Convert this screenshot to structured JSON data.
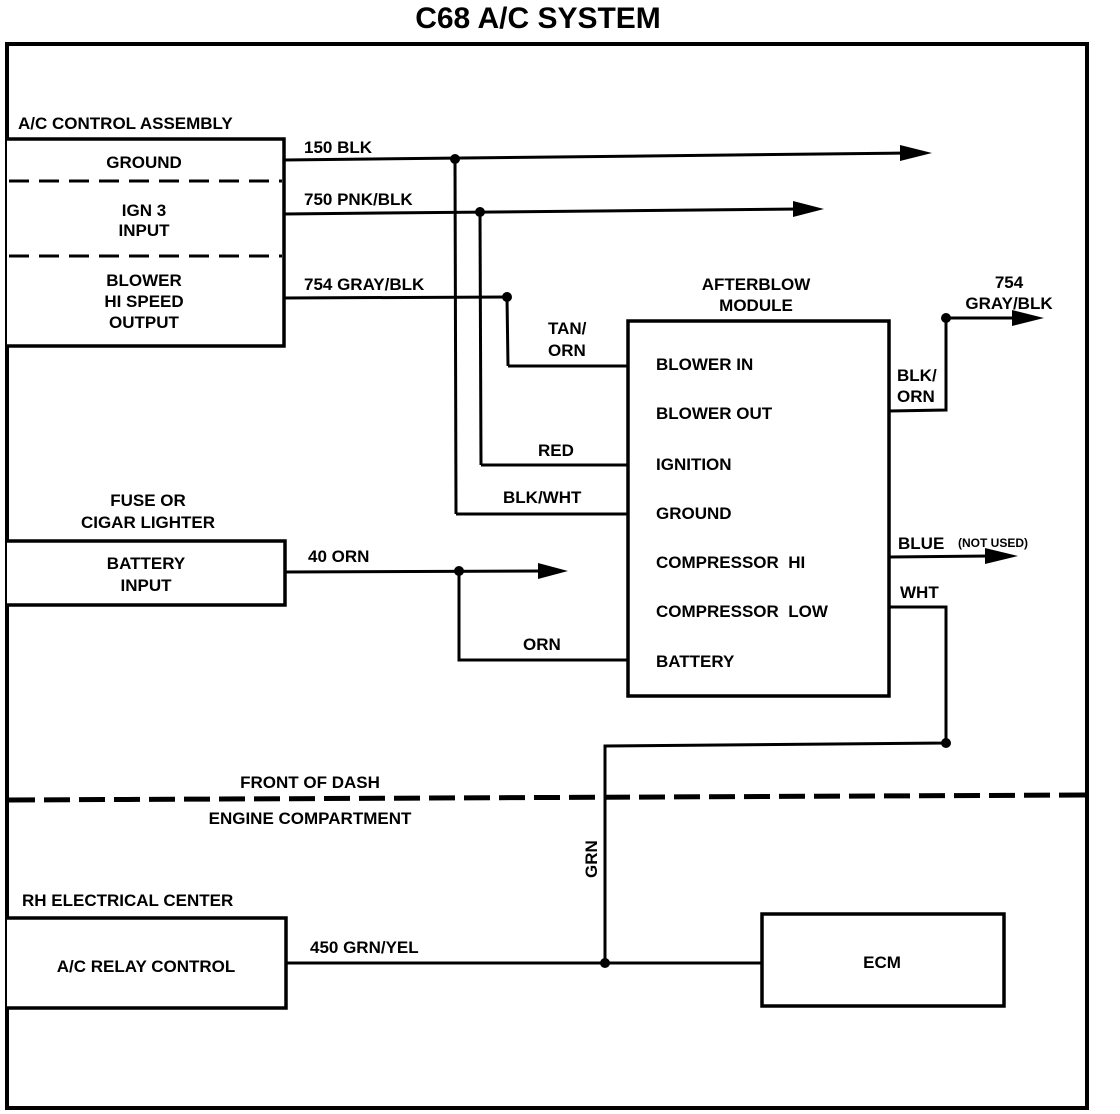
{
  "title": "C68 A/C SYSTEM",
  "sections": {
    "front_of_dash": "FRONT OF DASH",
    "engine_compartment": "ENGINE COMPARTMENT"
  },
  "components": {
    "ac_control_assembly": {
      "label": "A/C CONTROL ASSEMBLY",
      "terminals": [
        "GROUND",
        "IGN 3",
        "INPUT",
        "BLOWER",
        "HI SPEED",
        "OUTPUT"
      ]
    },
    "fuse_cigar_lighter": {
      "label_line1": "FUSE OR",
      "label_line2": "CIGAR LIGHTER",
      "terminal_line1": "BATTERY",
      "terminal_line2": "INPUT"
    },
    "afterblow_module": {
      "label_line1": "AFTERBLOW",
      "label_line2": "MODULE",
      "pins": [
        "BLOWER IN",
        "BLOWER OUT",
        "IGNITION",
        "GROUND",
        "COMPRESSOR  HI",
        "COMPRESSOR  LOW",
        "BATTERY"
      ]
    },
    "rh_electrical_center": {
      "label": "RH ELECTRICAL CENTER",
      "terminal": "A/C RELAY CONTROL"
    },
    "ecm": {
      "label": "ECM"
    }
  },
  "wires": {
    "ground": "150 BLK",
    "ign3": "750 PNK/BLK",
    "blower_hi": "754 GRAY/BLK",
    "blower_in": [
      "TAN/",
      "ORN"
    ],
    "ignition": "RED",
    "ground_module": "BLK/WHT",
    "battery_input": "40 ORN",
    "battery_module": "ORN",
    "blower_out": [
      "BLK/",
      "ORN"
    ],
    "blower_out_dest": [
      "754",
      "GRAY/BLK"
    ],
    "compressor_hi": "BLUE",
    "compressor_hi_note": "(NOT USED)",
    "compressor_low": "WHT",
    "grn": "GRN",
    "relay_control": "450 GRN/YEL"
  }
}
